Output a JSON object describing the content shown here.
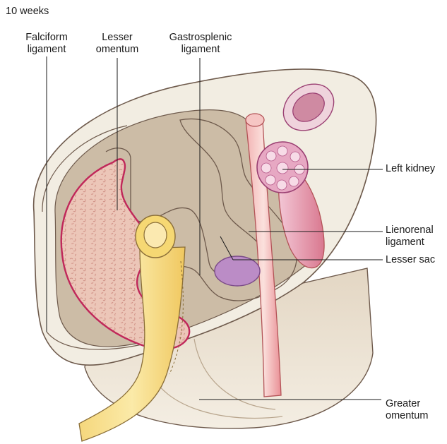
{
  "caption": "10 weeks",
  "labels": {
    "falciform": [
      "Falciform",
      "ligament"
    ],
    "lesser_omentum": [
      "Lesser",
      "omentum"
    ],
    "gastrosplenic": [
      "Gastrosplenic",
      "ligament"
    ],
    "left_kidney": [
      "Left kidney"
    ],
    "lienorenal": [
      "Lienorenal",
      "ligament"
    ],
    "lesser_sac": [
      "Lesser sac"
    ],
    "greater_omentum": [
      "Greater",
      "omentum"
    ]
  },
  "colors": {
    "body_wall": "#f1ece1",
    "body_shade": "#c9b9a2",
    "liver": "#e9c4b6",
    "liver_border": "#c0285a",
    "duodenum": "#f7dc86",
    "kidney": "#e9a8c4",
    "aorta": "#f0a3a6",
    "spleen": "#b584c0",
    "outline": "#6e5a4c"
  }
}
